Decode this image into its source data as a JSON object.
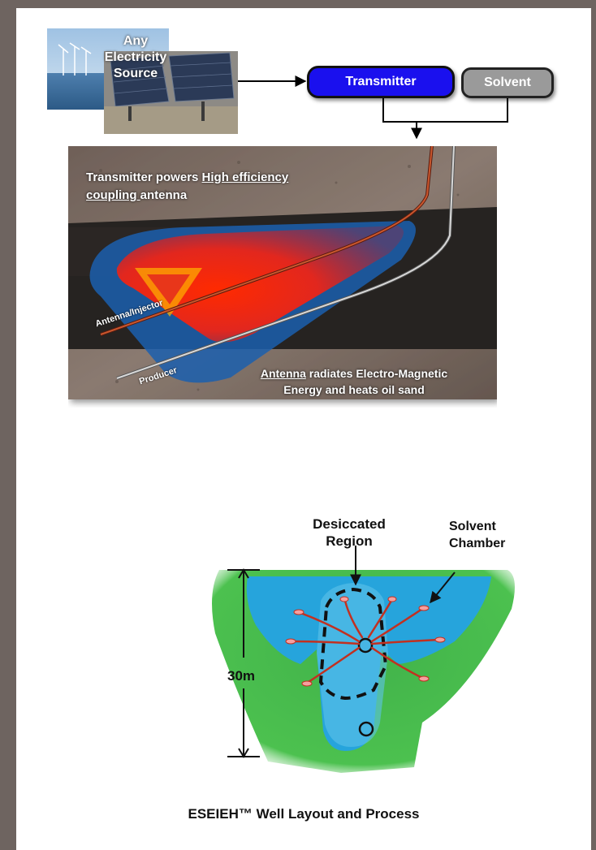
{
  "top_diagram": {
    "source_label": [
      "Any",
      "Electricity",
      "Source"
    ],
    "transmitter_label": "Transmitter",
    "solvent_label": "Solvent",
    "ground_caption_line1_prefix": "Transmitter powers ",
    "ground_caption_line1_underlined": "High efficiency",
    "ground_caption_line2_underlined": "coupling ",
    "ground_caption_line2_suffix": "antenna",
    "antenna_injector_label": "Antenna/Injector",
    "producer_label": "Producer",
    "radiates_line1_underlined": "Antenna",
    "radiates_line1_suffix": " radiates Electro-Magnetic",
    "radiates_line2": "Energy and heats oil sand"
  },
  "bottom_diagram": {
    "desiccated_label": [
      "Desiccated",
      "Region"
    ],
    "solvent_chamber_label": [
      "Solvent",
      "Chamber"
    ],
    "depth_label": "30m"
  },
  "caption": "ESEIEH™ Well Layout and Process"
}
